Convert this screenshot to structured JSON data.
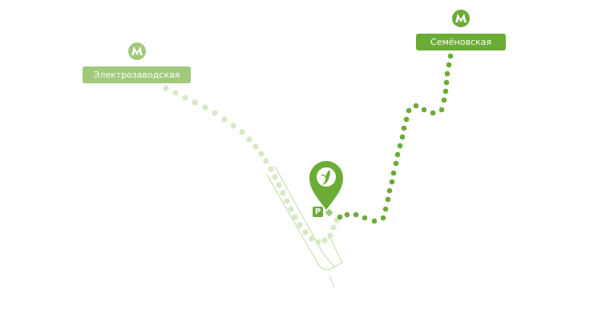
{
  "colors": {
    "primary_green": "#6bac35",
    "faded_green": "#a0c97b",
    "pale_dots": "#d6e9c4",
    "street_outline": "#cde3b8",
    "white": "#ffffff"
  },
  "stations": [
    {
      "name": "Электрозаводская",
      "icon": "metro-icon",
      "style": "faded"
    },
    {
      "name": "Семёновская",
      "icon": "metro-icon",
      "style": "primary"
    }
  ],
  "destination": {
    "icon": "location-pin-icon"
  },
  "parking": {
    "label": "P",
    "icon": "parking-icon"
  },
  "routes": [
    {
      "from": "Электрозаводская",
      "style": "pale-dotted"
    },
    {
      "from": "Семёновская",
      "style": "green-dotted"
    }
  ]
}
